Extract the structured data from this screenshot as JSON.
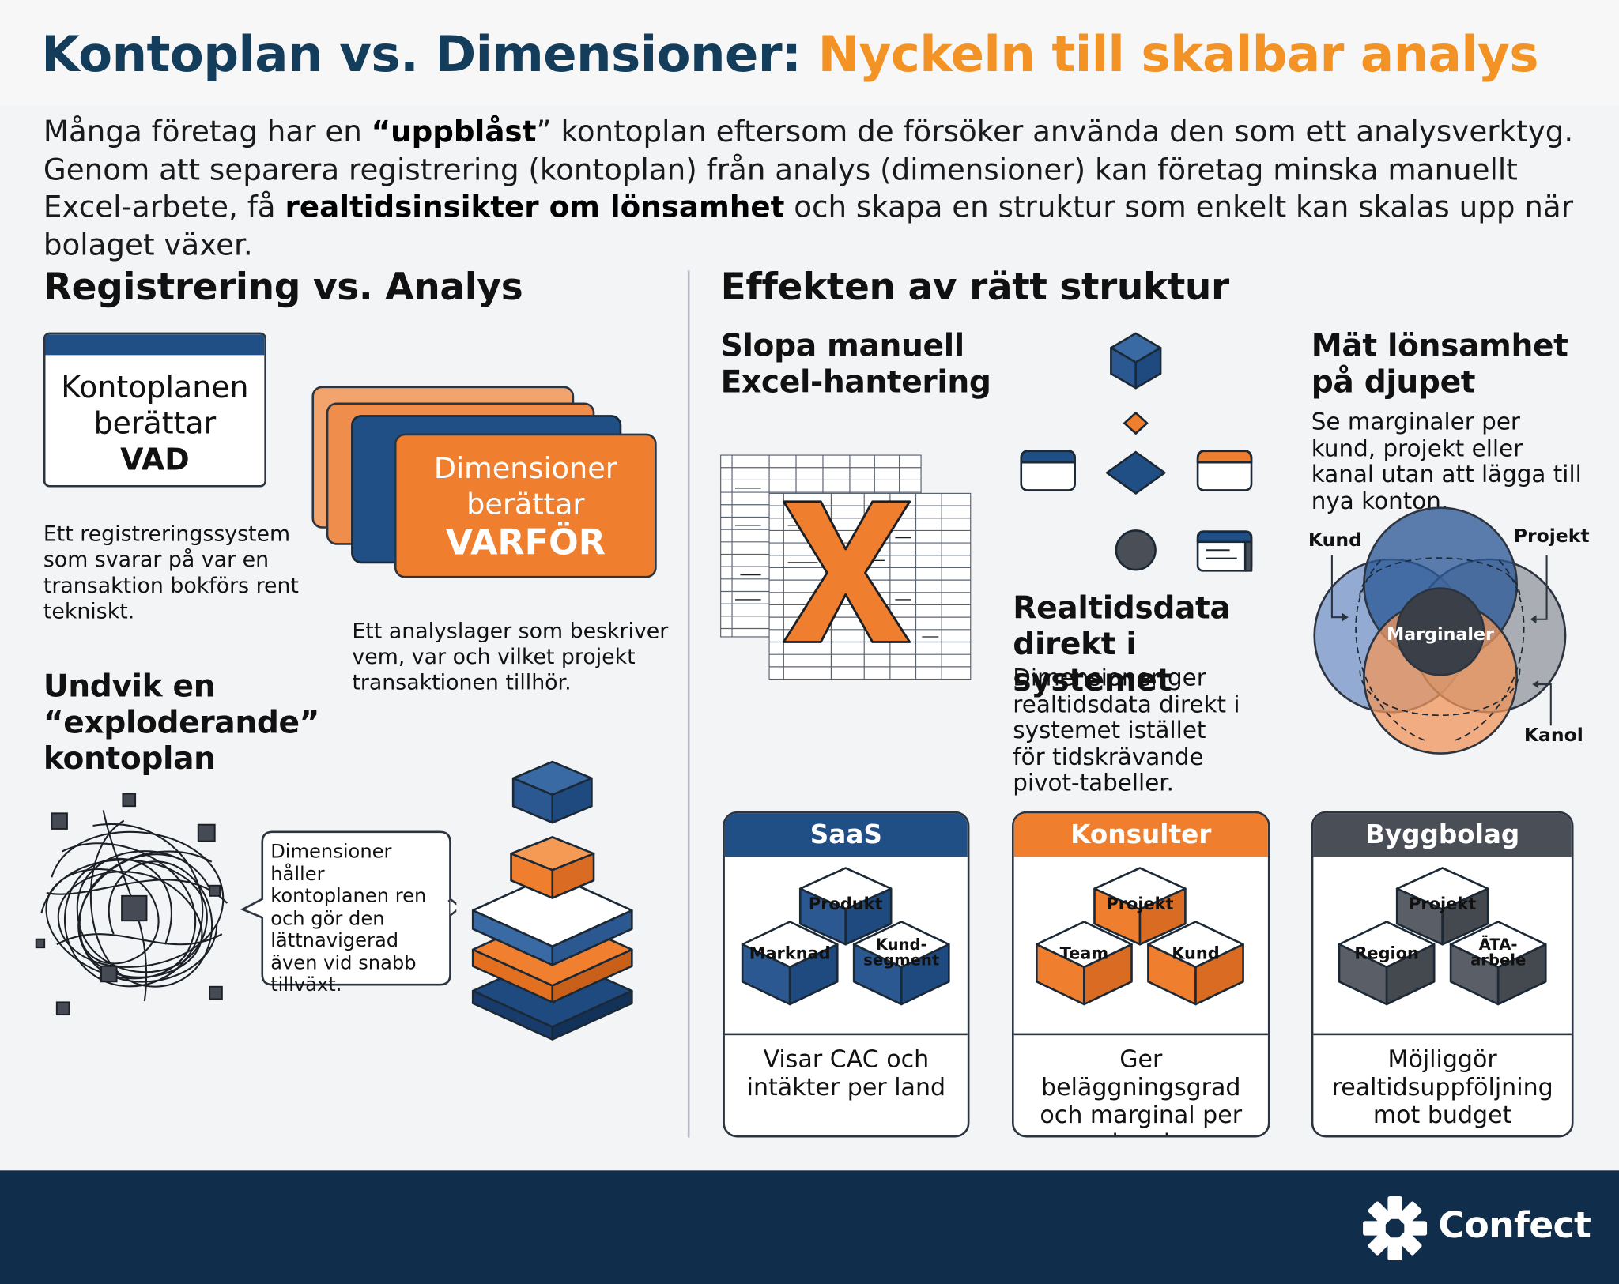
{
  "header": {
    "title_main": "Kontoplan vs. Dimensioner:",
    "title_accent": "Nyckeln till skalbar analys"
  },
  "intro": {
    "p1": "Många företag har en ",
    "p1_bold": "“uppblåst",
    "p2": "” kontoplan eftersom de försöker använda den som ett analysverktyg. Genom att separera registrering (kontoplan) från analys (dimensioner) kan företag minska manuellt Excel-arbete, få ",
    "p2_bold": "realtidsinsikter om lönsamhet",
    "p3": " och skapa en struktur som enkelt kan skalas upp när bolaget växer."
  },
  "left": {
    "heading": "Registrering vs. Analys",
    "kontoplan_box": {
      "line1": "Kontoplanen",
      "line2": "berättar",
      "line3": "VAD"
    },
    "kontoplan_desc": "Ett registreringssystem som svarar på var en transaktion bokförs rent tekniskt.",
    "dimension_box": {
      "line1": "Dimensioner",
      "line2": "berättar",
      "line3": "VARFÖR"
    },
    "dimension_desc": "Ett analyslager som beskriver vem, var och vilket projekt transaktionen tillhör.",
    "avoid_heading": "Undvik en “exploderande” kontoplan",
    "bubble": "Dimensioner håller kontoplanen ren och gör den lättnavigerad även vid snabb tillväxt."
  },
  "right": {
    "heading": "Effekten av rätt struktur",
    "excel_heading": "Slopa manuell Excel-hantering",
    "realtime_heading": "Realtidsdata direkt i systemet",
    "realtime_desc": "Dimensioner ger realtidsdata direkt i systemet istället för tidskrävande pivot-tabeller.",
    "margin_heading": "Mät lönsamhet på djupet",
    "margin_desc": "Se marginaler per kund, projekt eller kanal utan att lägga till nya konton.",
    "venn": {
      "a": "Kund",
      "b": "Projekt",
      "c": "Kanol",
      "center": "Marginaler"
    }
  },
  "cards": [
    {
      "title": "SaaS",
      "top": "Produkt",
      "left": "Marknad",
      "right1": "Kund-",
      "right2": "segment",
      "text": "Visar CAC och intäkter per land",
      "color": "#204f86"
    },
    {
      "title": "Konsulter",
      "top": "Projekt",
      "left": "Team",
      "right1": "Kund",
      "right2": "",
      "text": "Ger beläggningsgrad och marginal per kund",
      "color": "#ef7f2f"
    },
    {
      "title": "Byggbolag",
      "top": "Projekt",
      "left": "Region",
      "right1": "ÄTA-",
      "right2": "arbele",
      "text": "Möjliggör realtidsuppföljning mot budget",
      "color": "#4a4e56"
    }
  ],
  "footer": {
    "brand": "Confect"
  },
  "colors": {
    "navy": "#143d5c",
    "orange": "#f39325",
    "blue": "#204f86",
    "gray": "#4a4e56",
    "footer": "#102e4b"
  }
}
